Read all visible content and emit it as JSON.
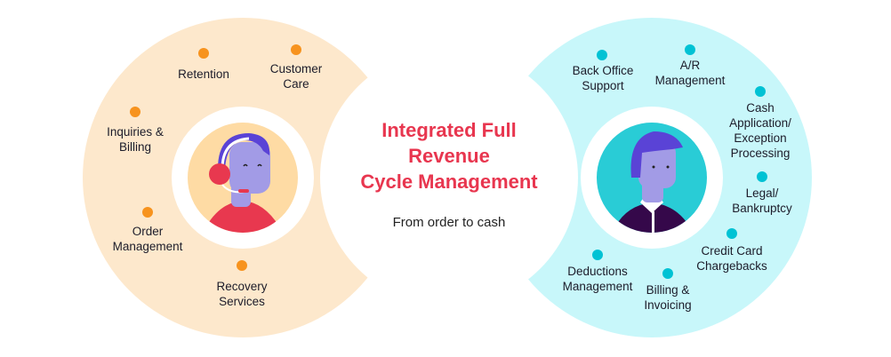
{
  "colors": {
    "left_bg": "#fde8cc",
    "left_dot": "#f7931e",
    "right_bg": "#c8f7fa",
    "right_dot": "#00c2d4",
    "title": "#e8364f"
  },
  "center": {
    "title": "Integrated Full\nRevenue\nCycle Management",
    "subtitle": "From order to cash"
  },
  "left": {
    "avatar": "customer-support-agent-icon",
    "items": [
      {
        "label": "Retention"
      },
      {
        "label": "Customer\nCare"
      },
      {
        "label": "Inquiries &\nBilling"
      },
      {
        "label": "Order\nManagement"
      },
      {
        "label": "Recovery\nServices"
      }
    ]
  },
  "right": {
    "avatar": "back-office-person-icon",
    "items": [
      {
        "label": "Back Office\nSupport"
      },
      {
        "label": "A/R\nManagement"
      },
      {
        "label": "Cash\nApplication/\nException\nProcessing"
      },
      {
        "label": "Legal/\nBankruptcy"
      },
      {
        "label": "Credit Card\nChargebacks"
      },
      {
        "label": "Deductions\nManagement"
      },
      {
        "label": "Billing &\nInvoicing"
      }
    ]
  }
}
